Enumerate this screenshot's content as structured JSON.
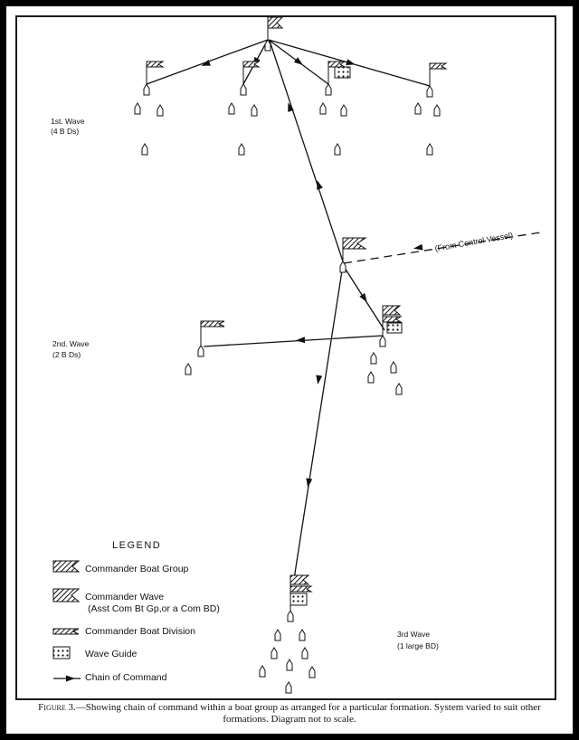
{
  "waves": {
    "first": {
      "title": "1st. Wave",
      "detail": "(4 B Ds)"
    },
    "second": {
      "title": "2nd. Wave",
      "detail": "(2 B Ds)"
    },
    "third": {
      "title": "3rd Wave",
      "detail": "(1 large BD)"
    }
  },
  "control_vessel_label": "(From Control Vessel)",
  "legend": {
    "title": "LEGEND",
    "items": [
      {
        "label": "Commander Boat Group",
        "sub": ""
      },
      {
        "label": "Commander Wave",
        "sub": "(Asst Com Bt Gp,or a Com BD)"
      },
      {
        "label": "Commander Boat Division",
        "sub": ""
      },
      {
        "label": "Wave Guide",
        "sub": ""
      },
      {
        "label": "Chain of Command",
        "sub": ""
      }
    ]
  },
  "caption": {
    "lead": "Figure 3.",
    "text": "—Showing chain of command within a boat group as arranged for a particular formation. System varied to suit other formations. Diagram not to scale."
  },
  "colors": {
    "ink": "#111111",
    "paper": "#ffffff",
    "border": "#000000"
  }
}
